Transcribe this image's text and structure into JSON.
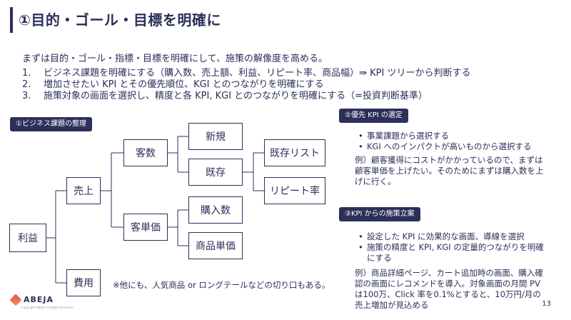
{
  "title": "①目的・ゴール・目標を明確に",
  "intro": "まずは目的・ゴール・指標・目標を明確にして、施策の解像度を高める。",
  "points": [
    {
      "num": "1.",
      "text": "ビジネス課題を明確にする（購入数、売上額、利益、リピート率、商品幅）⇛ KPI ツリーから判断する"
    },
    {
      "num": "2.",
      "text": "増加させたい KPI とその優先順位、KGI とのつながりを明確にする"
    },
    {
      "num": "3.",
      "text": "施策対象の画面を選択し、精度と各 KPI, KGI とのつながりを明確にする（=投資判断基準）"
    }
  ],
  "tree": {
    "label": "①ビジネス課題の整理",
    "nodes": {
      "profit": "利益",
      "sales": "売上",
      "cost": "費用",
      "customers": "客数",
      "unit_price": "客単価",
      "new": "新規",
      "existing": "既存",
      "existing_list": "既存リスト",
      "repeat_rate": "リピート率",
      "purchase_count": "購入数",
      "product_price": "商品単価"
    },
    "note": "※他にも、人気商品 or ロングテールなどの切り口もある。"
  },
  "panel_kpi": {
    "label": "②優先 KPI の選定",
    "bullets": [
      "事業課題から選択する",
      "KGI へのインパクトが高いものから選択する"
    ],
    "example": "例）顧客獲得にコストがかかっているので、まずは顧客単価を上げたい。そのためにまずは購入数を上げに行く。"
  },
  "panel_measures": {
    "label": "③KPI からの施策立案",
    "bullets": [
      "設定した KPI に効果的な画面、導線を選択",
      "施策の精度と KPI, KGI の定量的つながりを明確にする"
    ],
    "example": "例）商品詳細ページ、カート追加時の画面、購入確認の画面にレコメンドを導入。対象画面の月間 PV は100万、Click 率を0.1%とすると、10万円/月の売上増加が見込める"
  },
  "footer": {
    "logo": "ABEJA",
    "copyright": "Copyright ABEJA All Rights Reserved",
    "page": "13"
  },
  "colors": {
    "primary": "#2b2f5a",
    "logo_gradient": [
      "#e83a78",
      "#f2a03d"
    ]
  }
}
